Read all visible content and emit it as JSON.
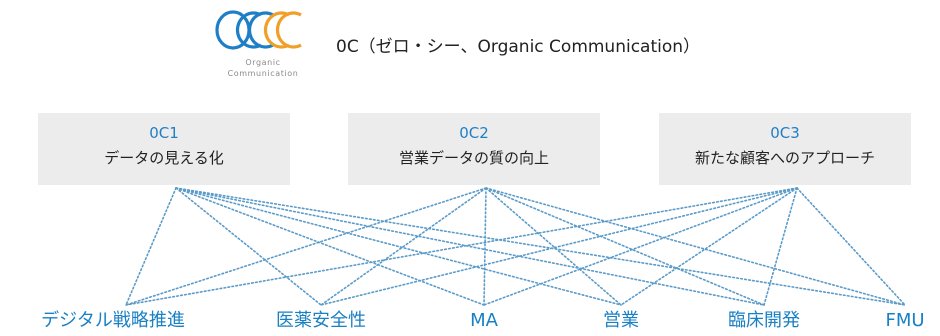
{
  "header": {
    "logo_text": "OCCC",
    "logo_caption_line1": "Organic",
    "logo_caption_line2": "Communication",
    "tagline": "0C（ゼロ・シー、Organic Communication）",
    "colors": {
      "logo_blue": "#1f7fc6",
      "logo_orange": "#f0a028"
    }
  },
  "pillars": [
    {
      "code": "0C1",
      "title": "データの見える化"
    },
    {
      "code": "0C2",
      "title": "営業データの質の向上"
    },
    {
      "code": "0C3",
      "title": "新たな顧客へのアプローチ"
    }
  ],
  "departments": [
    "デジタル戦略推進",
    "医薬安全性",
    "MA",
    "営業",
    "臨床開発",
    "FMU"
  ],
  "links": {
    "style": "dotted",
    "color": "#5b9bc9",
    "connect": "every pillar to every department"
  }
}
